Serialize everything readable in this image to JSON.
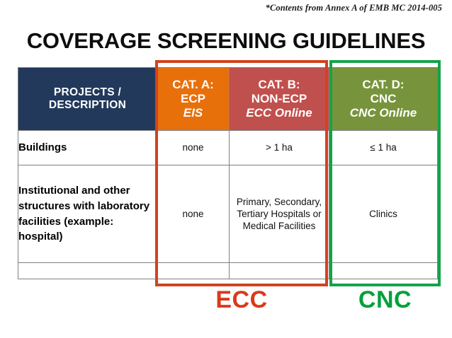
{
  "footnote": "*Contents from Annex A of EMB MC 2014-005",
  "title": "COVERAGE SCREENING GUIDELINES",
  "table": {
    "headers": [
      {
        "line1": "PROJECTS /",
        "line2": "DESCRIPTION",
        "sub": "",
        "bg": "#22395C"
      },
      {
        "line1": "CAT. A:",
        "line2": "ECP",
        "sub": "EIS",
        "bg": "#E8700B"
      },
      {
        "line1": "CAT. B:",
        "line2": "NON-ECP",
        "sub": "ECC Online",
        "bg": "#C0504D"
      },
      {
        "line1": "CAT. D:",
        "line2": "CNC",
        "sub": "CNC Online",
        "bg": "#77943C"
      }
    ],
    "rows": [
      {
        "description": "Buildings",
        "cat_a": "none",
        "cat_b": "> 1 ha",
        "cat_d": "≤ 1 ha"
      },
      {
        "description": "Institutional  and other structures with laboratory facilities (example: hospital)",
        "cat_a": "none",
        "cat_b": "Primary, Secondary, Tertiary Hospitals or Medical Facilities",
        "cat_d": "Clinics"
      },
      {
        "description": "",
        "cat_a": "",
        "cat_b": "",
        "cat_d": ""
      }
    ]
  },
  "callouts": {
    "ecc_label": "ECC",
    "ecc_color": "#D93A1B",
    "cnc_label": "CNC",
    "cnc_color": "#00A13A"
  }
}
